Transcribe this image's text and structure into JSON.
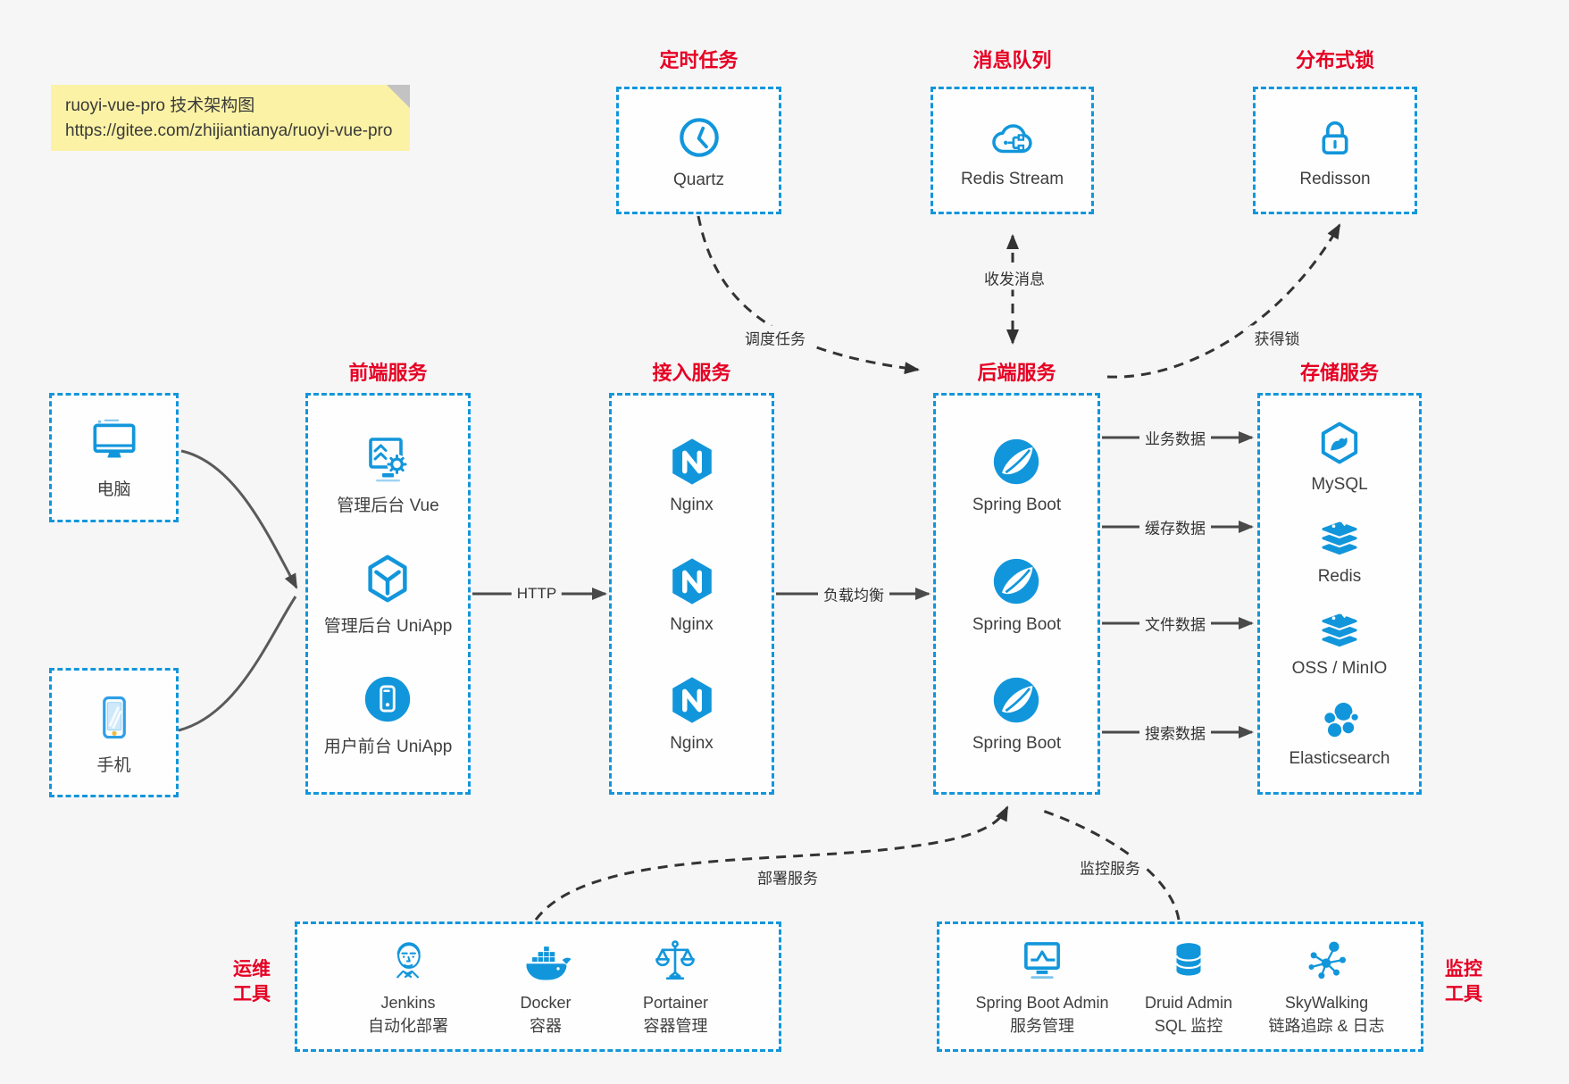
{
  "note": {
    "line1": "ruoyi-vue-pro 技术架构图",
    "line2": "https://gitee.com/zhijiantianya/ruoyi-vue-pro"
  },
  "groups": {
    "scheduler": {
      "title": "定时任务",
      "item": {
        "label": "Quartz",
        "icon": "clock"
      }
    },
    "mq": {
      "title": "消息队列",
      "item": {
        "label": "Redis Stream",
        "icon": "cloud-stream"
      }
    },
    "lock": {
      "title": "分布式锁",
      "item": {
        "label": "Redisson",
        "icon": "lock"
      }
    },
    "frontend": {
      "title": "前端服务",
      "items": [
        {
          "label": "管理后台 Vue",
          "icon": "admin-vue"
        },
        {
          "label": "管理后台 UniApp",
          "icon": "uniapp-hexagon"
        },
        {
          "label": "用户前台 UniApp",
          "icon": "uniapp-circle"
        }
      ]
    },
    "gateway": {
      "title": "接入服务",
      "items": [
        {
          "label": "Nginx",
          "icon": "nginx"
        },
        {
          "label": "Nginx",
          "icon": "nginx"
        },
        {
          "label": "Nginx",
          "icon": "nginx"
        }
      ]
    },
    "backend": {
      "title": "后端服务",
      "items": [
        {
          "label": "Spring Boot",
          "icon": "spring"
        },
        {
          "label": "Spring Boot",
          "icon": "spring"
        },
        {
          "label": "Spring Boot",
          "icon": "spring"
        }
      ]
    },
    "storage": {
      "title": "存储服务",
      "items": [
        {
          "label": "MySQL",
          "icon": "mysql"
        },
        {
          "label": "Redis",
          "icon": "redis-stack"
        },
        {
          "label": "OSS / MinIO",
          "icon": "redis-stack"
        },
        {
          "label": "Elasticsearch",
          "icon": "elasticsearch"
        }
      ]
    },
    "devices": {
      "pc": {
        "label": "电脑",
        "icon": "computer"
      },
      "phone": {
        "label": "手机",
        "icon": "phone"
      }
    },
    "ops": {
      "title_line1": "运维",
      "title_line2": "工具",
      "items": [
        {
          "name": "Jenkins",
          "desc": "自动化部署",
          "icon": "jenkins"
        },
        {
          "name": "Docker",
          "desc": "容器",
          "icon": "docker-whale"
        },
        {
          "name": "Portainer",
          "desc": "容器管理",
          "icon": "scales"
        }
      ]
    },
    "monitoring": {
      "title_line1": "监控",
      "title_line2": "工具",
      "items": [
        {
          "name": "Spring Boot Admin",
          "desc": "服务管理",
          "icon": "monitor-pulse"
        },
        {
          "name": "Druid Admin",
          "desc": "SQL 监控",
          "icon": "database"
        },
        {
          "name": "SkyWalking",
          "desc": "链路追踪 & 日志",
          "icon": "topology"
        }
      ]
    }
  },
  "edges": {
    "http": "HTTP",
    "load_balance": "负载均衡",
    "biz_data": "业务数据",
    "cache_data": "缓存数据",
    "file_data": "文件数据",
    "search_data": "搜索数据",
    "schedule": "调度任务",
    "message": "收发消息",
    "acquire_lock": "获得锁",
    "deploy": "部署服务",
    "monitor": "监控服务"
  },
  "colors": {
    "accent": "#1296db",
    "title_red": "#e60023",
    "background": "#f6f6f7"
  }
}
